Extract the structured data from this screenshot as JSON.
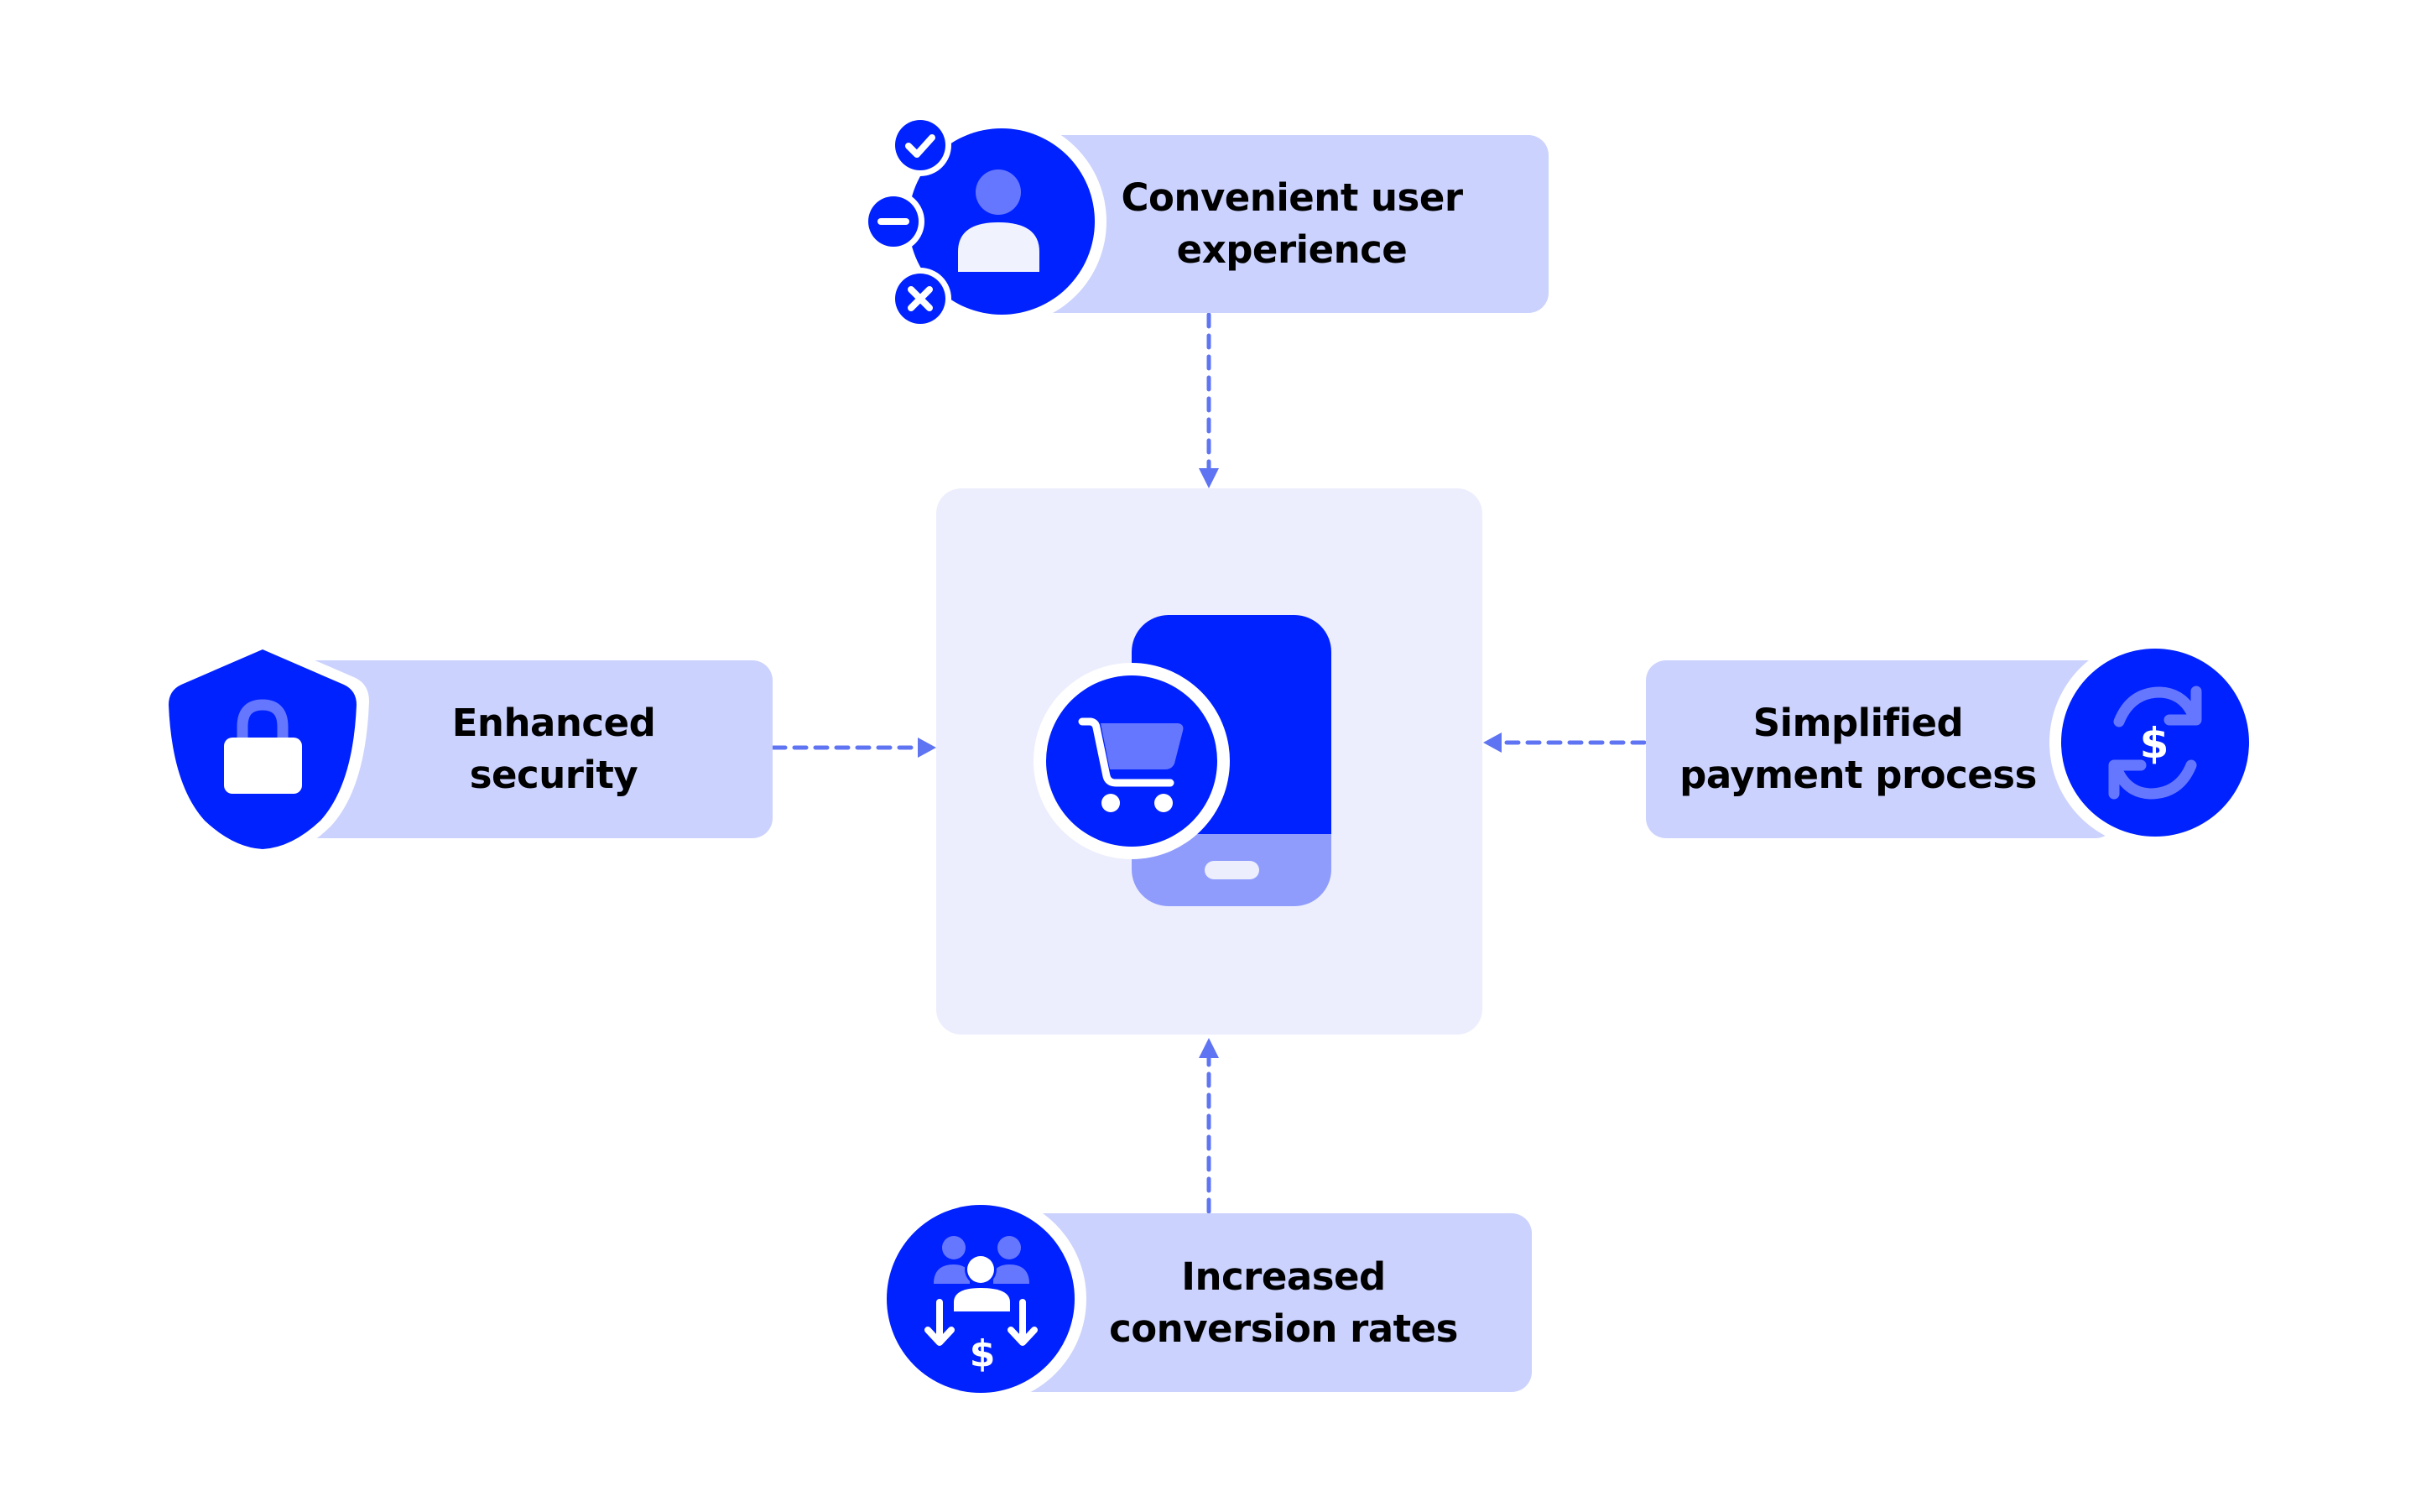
{
  "diagram": {
    "center": {
      "label": "mobile-checkout",
      "icons": [
        "smartphone-icon",
        "shopping-cart-icon"
      ]
    },
    "nodes": [
      {
        "id": "top",
        "line1": "Convenient user",
        "line2": "experience",
        "icon": "user-status-icon",
        "arrow": "down"
      },
      {
        "id": "left",
        "line1": "Enhanced",
        "line2": "security",
        "icon": "shield-lock-icon",
        "arrow": "right"
      },
      {
        "id": "right",
        "line1": "Simplified",
        "line2": "payment process",
        "icon": "payment-refresh-icon",
        "arrow": "left"
      },
      {
        "id": "bottom",
        "line1": "Increased",
        "line2": "conversion rates",
        "icon": "conversion-users-icon",
        "arrow": "up"
      }
    ],
    "colors": {
      "primary": "#0022ff",
      "secondary": "#6677ff",
      "card": "#cbd2fd",
      "center_bg": "#eceefd",
      "arrow": "#5f74f2",
      "phone_bottom": "#8f9cfc",
      "text": "#000000"
    }
  }
}
